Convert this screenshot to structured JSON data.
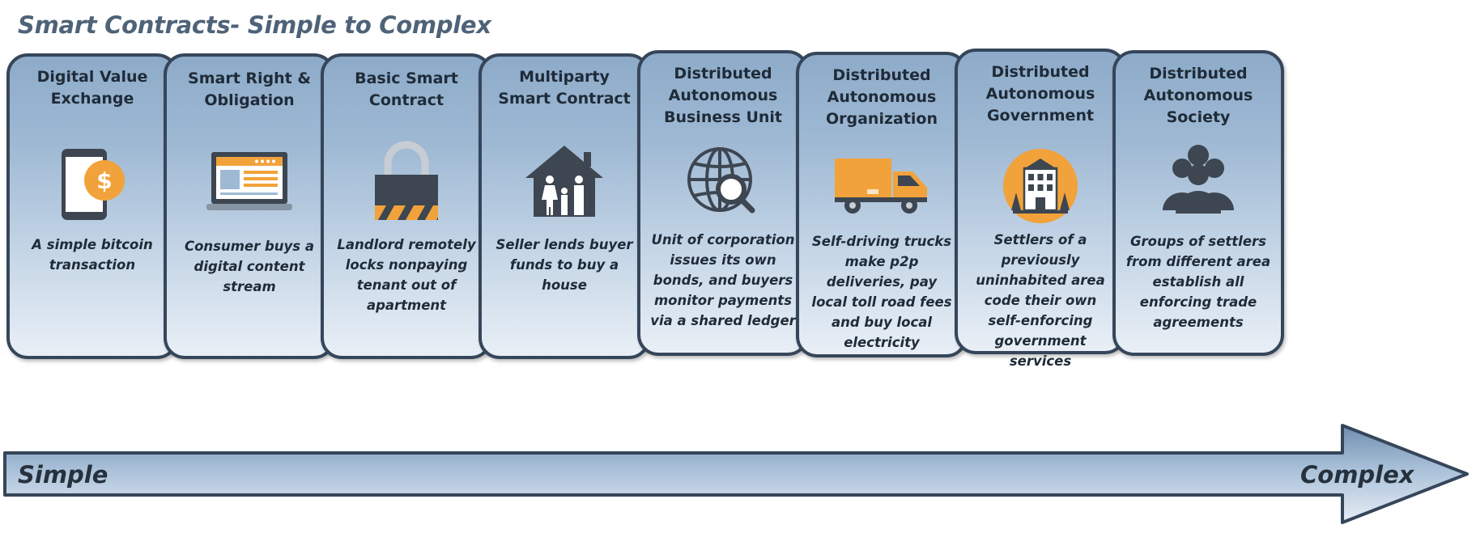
{
  "title": "Smart Contracts- Simple to Complex",
  "stages": [
    {
      "title": "Digital Value\nExchange",
      "icon": "mobile-payment-icon",
      "description": "A simple bitcoin\ntransaction"
    },
    {
      "title": "Smart Right &\nObligation",
      "icon": "digital-content-screen-icon",
      "description": "Consumer buys a\ndigital content\nstream"
    },
    {
      "title": "Basic Smart\nContract",
      "icon": "padlock-icon",
      "description": "Landlord remotely\nlocks nonpaying\ntenant out of\napartment"
    },
    {
      "title": "Multiparty\nSmart Contract",
      "icon": "family-house-icon",
      "description": "Seller lends buyer\nfunds to buy a\nhouse"
    },
    {
      "title": "Distributed\nAutonomous\nBusiness Unit",
      "icon": "globe-search-icon",
      "description": "Unit of corporation\nissues its own\nbonds, and buyers\nmonitor payments\nvia a shared ledger"
    },
    {
      "title": "Distributed\nAutonomous\nOrganization",
      "icon": "delivery-truck-icon",
      "description": "Self-driving trucks\nmake p2p\ndeliveries, pay\nlocal toll road fees\nand buy local\nelectricity"
    },
    {
      "title": "Distributed\nAutonomous\nGovernment",
      "icon": "government-building-icon",
      "description": "Settlers of a\npreviously\nuninhabited area\ncode their own\nself-enforcing\ngovernment\nservices"
    },
    {
      "title": "Distributed\nAutonomous\nSociety",
      "icon": "group-of-people-icon",
      "description": "Groups of settlers\nfrom different area\nestablish all\nenforcing trade\nagreements"
    }
  ],
  "scale": {
    "start_label": "Simple",
    "end_label": "Complex"
  },
  "colors": {
    "accent_orange": "#f2a23a",
    "icon_dark": "#3d4651",
    "card_border": "#36465a",
    "title_text": "#4e6378"
  }
}
